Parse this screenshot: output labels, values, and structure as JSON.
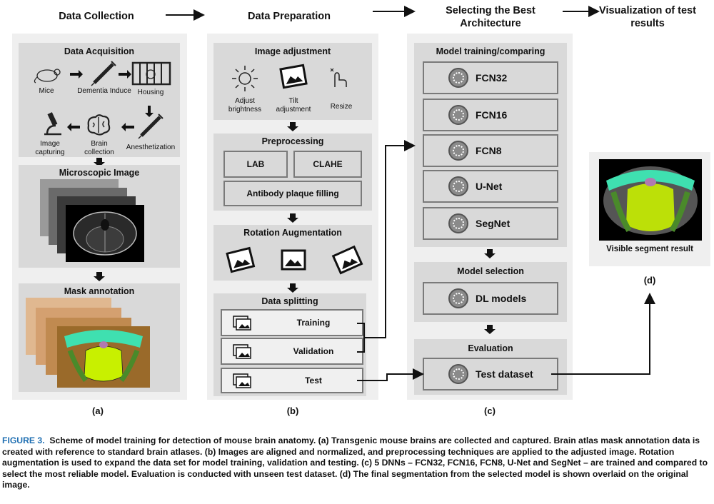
{
  "stages": [
    {
      "title": "Data Collection"
    },
    {
      "title": "Data Preparation"
    },
    {
      "title": "Selecting the Best Architecture"
    },
    {
      "title": "Visualization of test results"
    }
  ],
  "collection": {
    "acquisition_title": "Data Acquisition",
    "steps": [
      "Mice",
      "Dementia Induce",
      "Housing",
      "Anesthetization",
      "Brain collection",
      "Image capturing"
    ],
    "microscopic_title": "Microscopic Image",
    "mask_title": "Mask annotation",
    "letter": "(a)"
  },
  "preparation": {
    "adjustment_title": "Image adjustment",
    "adjust_items": [
      "Adjust brightness",
      "Tilt adjustment",
      "Resize"
    ],
    "preprocessing_title": "Preprocessing",
    "pre_items": [
      "LAB",
      "CLAHE",
      "Antibody plaque filling"
    ],
    "rotation_title": "Rotation Augmentation",
    "splitting_title": "Data splitting",
    "split_items": [
      "Training",
      "Validation",
      "Test"
    ],
    "letter": "(b)"
  },
  "architecture": {
    "training_title": "Model training/comparing",
    "models": [
      "FCN32",
      "FCN16",
      "FCN8",
      "U-Net",
      "SegNet"
    ],
    "selection_title": "Model selection",
    "selection_item": "DL models",
    "evaluation_title": "Evaluation",
    "evaluation_item": "Test dataset",
    "letter": "(c)"
  },
  "visualization": {
    "result_label": "Visible segment result",
    "letter": "(d)"
  },
  "caption": {
    "label": "FIGURE 3.",
    "text": "Scheme of model training for detection of mouse brain anatomy. (a) Transgenic mouse brains are collected and captured. Brain atlas mask annotation data is created with reference to standard brain atlases. (b) Images are aligned and normalized, and preprocessing techniques are applied to the adjusted image. Rotation augmentation is used to expand the data set for model training, validation and testing. (c) 5 DNNs – FCN32, FCN16, FCN8, U-Net and SegNet – are trained and compared to select the most reliable model. Evaluation is conducted with unseen test dataset. (d) The final segmentation from the selected model is shown overlaid on the original image."
  },
  "colors": {
    "panel_bg": "#efefef",
    "sub_bg": "#d9d9d9",
    "border": "#7a7a7a",
    "caption_label": "#1f6fb2",
    "mask_teal": "#3fe0b0",
    "mask_lime": "#c8f000",
    "mask_brown": "#9a6a2a",
    "mask_green": "#4a8a2a"
  }
}
